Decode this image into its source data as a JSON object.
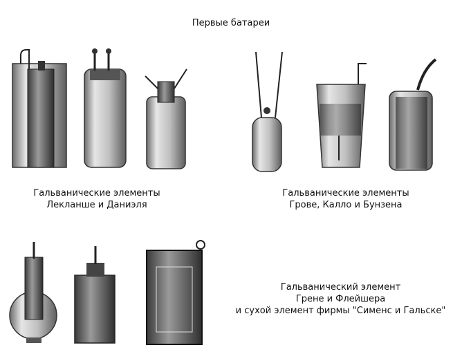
{
  "page": {
    "title": "Первые батареи"
  },
  "groups": [
    {
      "caption_lines": [
        "Гальванические элементы",
        "Лекланше и Даниэля"
      ]
    },
    {
      "caption_lines": [
        "Гальванические элементы",
        "Грове, Калло и Бунзена"
      ]
    },
    {
      "caption_lines": [
        "Гальванический элемент",
        "Грене и Флейшера",
        "и сухой элемент фирмы \"Сименс и Гальске\""
      ]
    }
  ],
  "colors": {
    "ink": "#111111",
    "glass": "#d9d9d9",
    "glass_dark": "#7a7a7a",
    "metal": "#4a4a4a"
  }
}
